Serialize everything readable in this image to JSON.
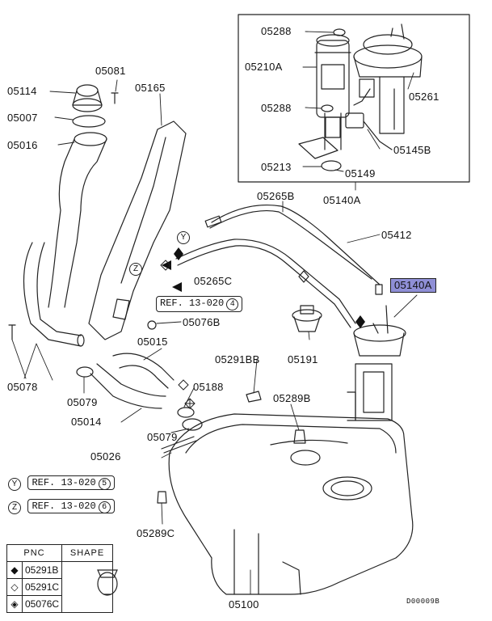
{
  "parts": {
    "p05288a": "05288",
    "p05210a": "05210A",
    "p05261": "05261",
    "p05288b": "05288",
    "p05145b": "05145B",
    "p05213": "05213",
    "p05149": "05149",
    "p05140a_box": "05140A",
    "p05081": "05081",
    "p05114": "05114",
    "p05165": "05165",
    "p05007": "05007",
    "p05016": "05016",
    "p05265b": "05265B",
    "p05412": "05412",
    "p05265c": "05265C",
    "p05140a_hl": "05140A",
    "p05076b": "05076B",
    "p05015": "05015",
    "p05191": "05191",
    "p05291bb": "05291BB",
    "p05078": "05078",
    "p05079a": "05079",
    "p05188": "05188",
    "p05289b": "05289B",
    "p05014": "05014",
    "p05079b": "05079",
    "p05026": "05026",
    "p05289c": "05289C",
    "p05100": "05100"
  },
  "refs": {
    "main": {
      "text": "REF. 13-020",
      "num": "4"
    },
    "y": {
      "mark": "Y",
      "text": "REF. 13-020",
      "num": "5"
    },
    "z": {
      "mark": "Z",
      "text": "REF. 13-020",
      "num": "6"
    }
  },
  "markers": {
    "y": "Y",
    "z": "Z"
  },
  "legend": {
    "headers": [
      "PNC",
      "SHAPE"
    ],
    "rows": [
      {
        "symbol": "◆",
        "pnc": "05291B"
      },
      {
        "symbol": "◇",
        "pnc": "05291C"
      },
      {
        "symbol": "◈",
        "pnc": "05076C"
      }
    ]
  },
  "diagram_code": "D00009B",
  "colors": {
    "highlight": "#8f8fd6",
    "line": "#222222"
  }
}
